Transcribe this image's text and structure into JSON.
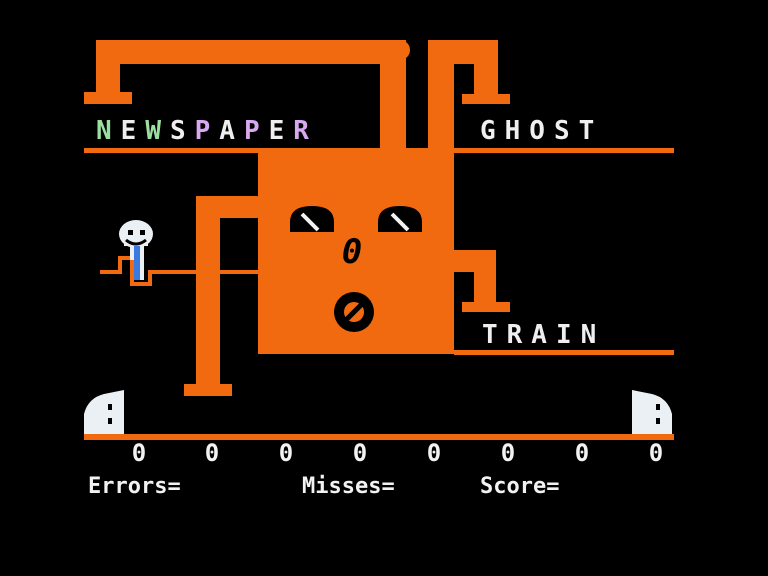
{
  "words": {
    "newspaper": "NEWSPAPER",
    "ghost": "GHOST",
    "train": "TRAIN"
  },
  "newspaper_letter_colors": [
    "#9be0a0",
    "#f0eef0",
    "#9be0a0",
    "#f0eef0",
    "#d8a8f0",
    "#f0eef0",
    "#d8a8f0",
    "#f0eef0",
    "#d8a8f0"
  ],
  "machine": {
    "counter": "0"
  },
  "digits": [
    "0",
    "0",
    "0",
    "0",
    "0",
    "0",
    "0",
    "0"
  ],
  "stats": {
    "errors_label": "Errors=",
    "misses_label": "Misses=",
    "score_label": "Score="
  },
  "colors": {
    "pipe": "#f26a10",
    "background": "#000000",
    "text": "#f2f2f2",
    "ghost_body": "#eaf0f4",
    "ghost_leg": "#3a7ae0"
  },
  "icons": {
    "character": "smiling-ghost-character-icon",
    "left_door": "left-door-icon",
    "right_door": "right-door-icon",
    "gauge": "dial-gauge-icon",
    "valve": "valve-wheel-icon"
  }
}
